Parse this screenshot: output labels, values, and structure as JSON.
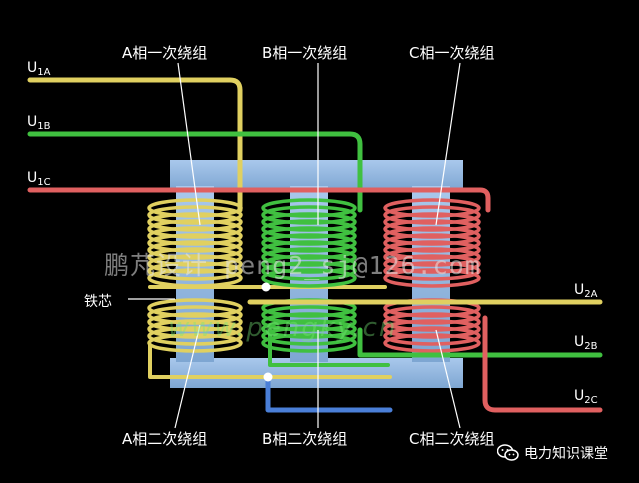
{
  "labels": {
    "a_primary": "A相一次绕组",
    "b_primary": "B相一次绕组",
    "c_primary": "C相一次绕组",
    "a_secondary": "A相二次绕组",
    "b_secondary": "B相二次绕组",
    "c_secondary": "C相二次绕组",
    "core": "铁芯"
  },
  "terminals": {
    "u1a": {
      "main": "U",
      "sub": "1A"
    },
    "u1b": {
      "main": "U",
      "sub": "1B"
    },
    "u1c": {
      "main": "U",
      "sub": "1C"
    },
    "u2a": {
      "main": "U",
      "sub": "2A"
    },
    "u2b": {
      "main": "U",
      "sub": "2B"
    },
    "u2c": {
      "main": "U",
      "sub": "2C"
    }
  },
  "watermarks": {
    "line1": "鹏芃设计 peng2_sj@126.com",
    "line2": "www.pengky.cn"
  },
  "brand": {
    "text": "电力知识课堂",
    "icon": "wechat-icon"
  },
  "colors": {
    "background": "#000000",
    "core": "#8fb6e0",
    "phase_a": "#e0d060",
    "phase_b": "#40c040",
    "phase_c": "#e06060",
    "neutral": "#4a7fd8"
  }
}
